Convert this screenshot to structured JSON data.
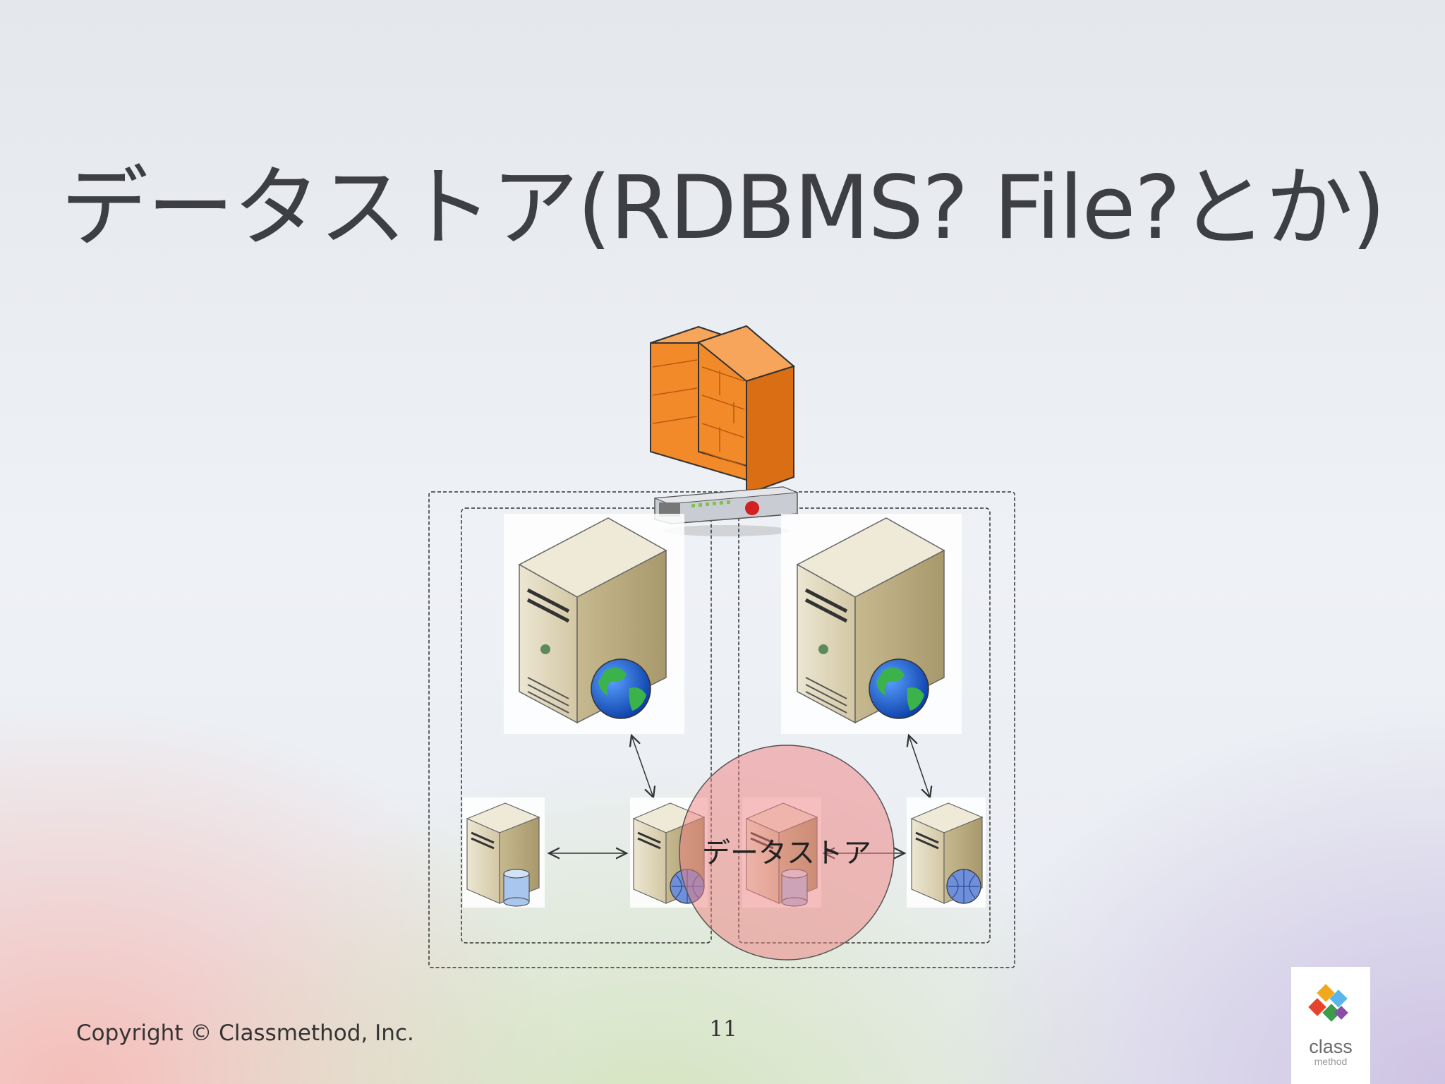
{
  "slide": {
    "title": "データストア(RDBMS? File?とか)",
    "copyright": "Copyright © Classmethod, Inc.",
    "page_number": "11"
  },
  "diagram": {
    "highlight_label": "データストア",
    "highlight_color": "#f08080"
  },
  "logo": {
    "word": "class",
    "subword": "method"
  },
  "colors": {
    "title_text": "#3d3f44",
    "firewall": "#f28a2a",
    "server_body": "#d9cfb4",
    "globe": "#1e5fc9"
  }
}
